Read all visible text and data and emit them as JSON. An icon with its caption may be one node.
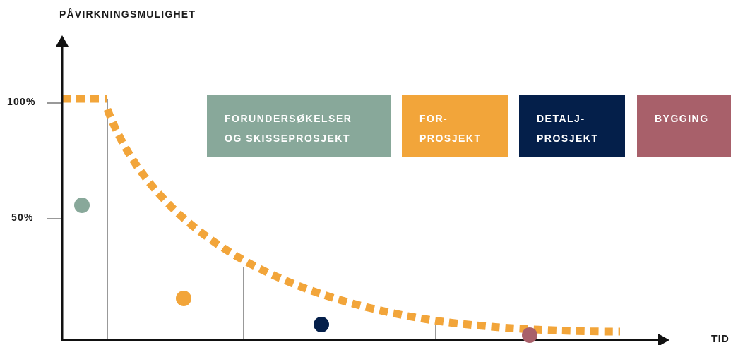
{
  "diagram": {
    "labels": [
      "PÅVIRKNINGSMULIGHET",
      "100%",
      "50%",
      "TID"
    ],
    "legend": [
      {
        "text": "FORUNDERSØKELSER OG SKISSEPROSJEKT",
        "color": "#88a89a"
      },
      {
        "text": "FOR-PROSJEKT",
        "color": "#f2a53a"
      },
      {
        "text": "DETALJ-PROSJEKT",
        "color": "#041f4a"
      },
      {
        "text": "BYGGING",
        "color": "#a8606a"
      }
    ]
  }
}
